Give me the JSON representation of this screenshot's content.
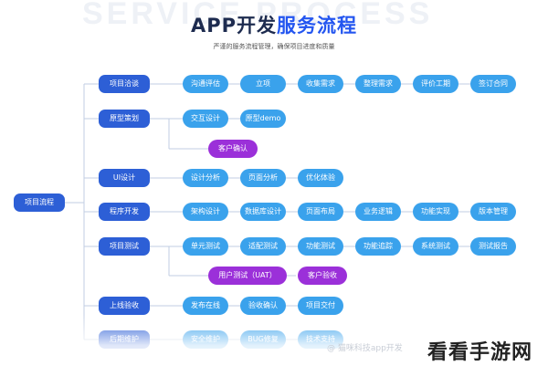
{
  "header": {
    "bg_text": "SERVICE PROCESS",
    "title_part1": "APP开发",
    "title_part2": "服务流程",
    "subtitle": "严谨的服务流程管理，确保项目进度和质量"
  },
  "root": "项目流程",
  "stages": [
    {
      "label": "项目洽谈",
      "rows": [
        [
          "沟通评估",
          "立项",
          "收集需求",
          "整理需求",
          "评价工期",
          "签订合同"
        ]
      ]
    },
    {
      "label": "原型策划",
      "rows": [
        [
          "交互设计",
          "原型demo"
        ],
        [
          "客户确认"
        ]
      ]
    },
    {
      "label": "UI设计",
      "rows": [
        [
          "设计分析",
          "页面分析",
          "优化体验"
        ]
      ]
    },
    {
      "label": "程序开发",
      "rows": [
        [
          "架构设计",
          "数据库设计",
          "页面布局",
          "业务逻辑",
          "功能实现",
          "版本管理"
        ]
      ]
    },
    {
      "label": "项目测试",
      "rows": [
        [
          "单元测试",
          "适配测试",
          "功能测试",
          "功能追踪",
          "系统测试",
          "测试报告"
        ],
        [
          "用户测试（UAT）",
          "客户验收"
        ]
      ]
    },
    {
      "label": "上线验收",
      "rows": [
        [
          "发布在线",
          "验收确认",
          "项目交付"
        ]
      ]
    },
    {
      "label": "后期维护",
      "rows": [
        [
          "安全维护",
          "BUG修复",
          "技术支持"
        ]
      ]
    }
  ],
  "watermark_small": "@ 猫咪科技app开发",
  "watermark": "看看手游网",
  "colors": {
    "main": "#2d5fd6",
    "leaf": "#3aa2ec",
    "purple": "#9b30d9",
    "line": "#c2cde3"
  }
}
